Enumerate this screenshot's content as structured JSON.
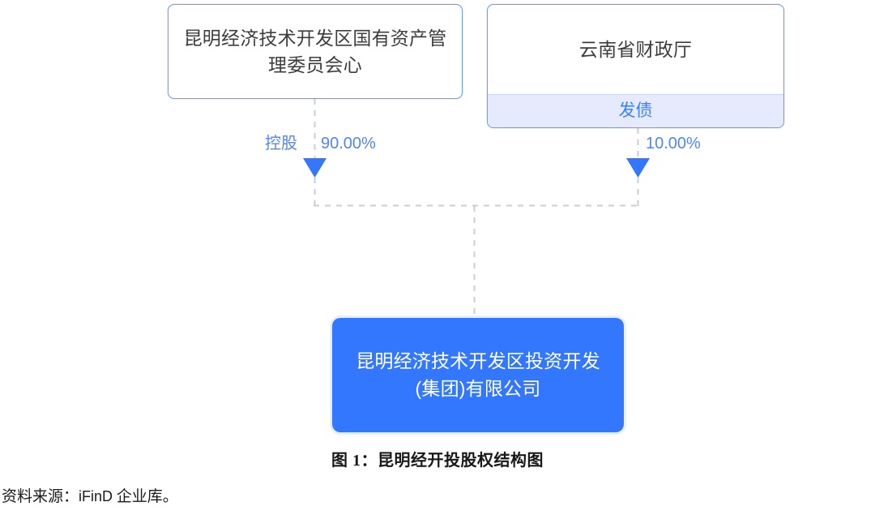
{
  "figure": {
    "caption": "图 1：昆明经开投股权结构图",
    "source_prefix": "资料来源：",
    "source_latin": "iFinD",
    "source_suffix": " 企业库。"
  },
  "colors": {
    "accent_blue": "#3377ff",
    "label_blue": "#4f86f7",
    "node_border": "#6a9cf8",
    "footer_band": "#e5ebfc",
    "edge_dash": "#c9ced9"
  },
  "nodes": [
    {
      "id": "soasac",
      "name": "昆明经济技术开发区国有资产管理委员会心",
      "footer": null,
      "style": "outlined"
    },
    {
      "id": "finance",
      "name": "云南省财政厅",
      "footer": "发债",
      "style": "outlined"
    },
    {
      "id": "subject",
      "name": "昆明经济技术开发区投资开发(集团)有限公司",
      "footer": null,
      "style": "filled"
    }
  ],
  "edges": [
    {
      "id": "edge-soasac-subject",
      "from": "soasac",
      "to": "subject",
      "relation": "控股",
      "percent": "90.00%"
    },
    {
      "id": "edge-finance-subject",
      "from": "finance",
      "to": "subject",
      "relation": "",
      "percent": "10.00%"
    }
  ]
}
